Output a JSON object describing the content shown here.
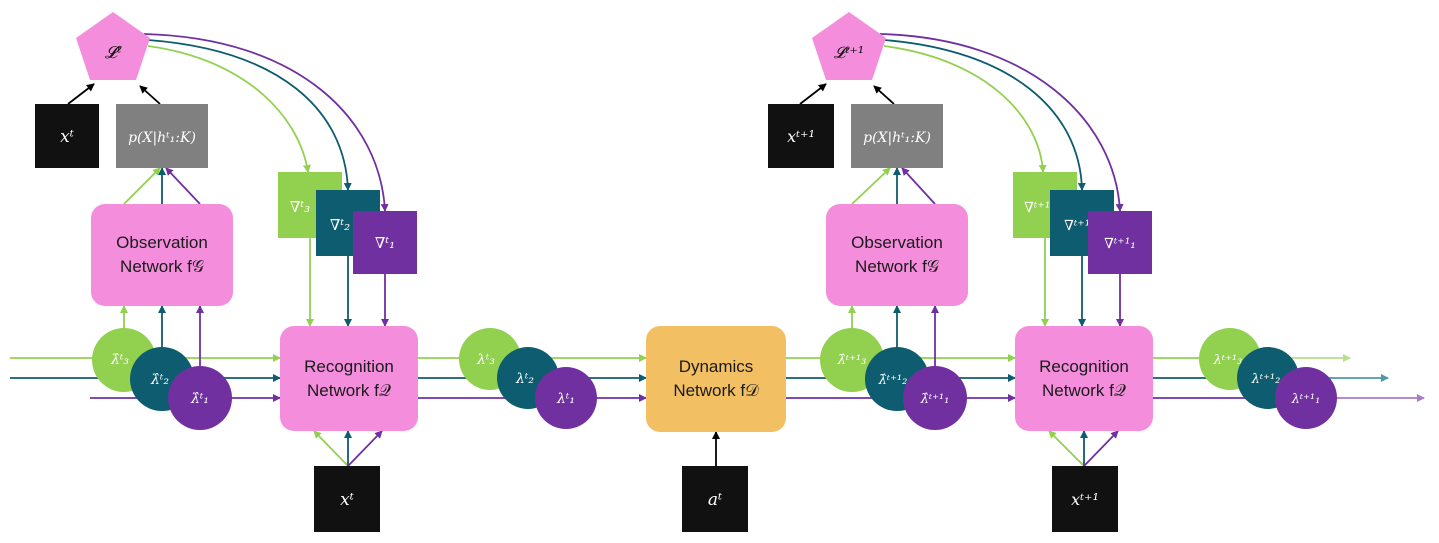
{
  "colors": {
    "pink": "#f48edc",
    "black": "#111111",
    "gray": "#808080",
    "light_green": "#92d050",
    "teal": "#0e5c6f",
    "purple": "#7030a0",
    "orange": "#f2c063",
    "arrow_black": "#000000"
  },
  "time_t": {
    "loss": "𝓛ᵗ",
    "observation_x": "xᵗ",
    "likelihood": "p(X|hᵗ₁:K)",
    "gradients": [
      "∇ᵗ₃",
      "∇ᵗ₂",
      "∇ᵗ₁"
    ],
    "observation_network": [
      "Observation",
      "Network f𝒢"
    ],
    "recognition_network": [
      "Recognition",
      "Network f𝒬"
    ],
    "prior_lambdas": [
      "λ̂ᵗ₃",
      "λ̂ᵗ₂",
      "λ̂ᵗ₁"
    ],
    "posterior_lambdas": [
      "λᵗ₃",
      "λᵗ₂",
      "λᵗ₁"
    ],
    "input_x": "xᵗ"
  },
  "dynamics": {
    "network": [
      "Dynamics",
      "Network f𝒟"
    ],
    "action": "aᵗ"
  },
  "time_t1": {
    "loss": "𝓛ᵗ⁺¹",
    "observation_x": "xᵗ⁺¹",
    "likelihood": "p(X|hᵗ₁:K)",
    "gradients": [
      "∇ᵗ⁺¹₃",
      "∇ᵗ⁺¹₂",
      "∇ᵗ⁺¹₁"
    ],
    "observation_network": [
      "Observation",
      "Network f𝒢"
    ],
    "recognition_network": [
      "Recognition",
      "Network f𝒬"
    ],
    "prior_lambdas": [
      "λ̂ᵗ⁺¹₃",
      "λ̂ᵗ⁺¹₂",
      "λ̂ᵗ⁺¹₁"
    ],
    "posterior_lambdas": [
      "λᵗ⁺¹₃",
      "λᵗ⁺¹₂",
      "λᵗ⁺¹₁"
    ],
    "input_x": "xᵗ⁺¹"
  }
}
